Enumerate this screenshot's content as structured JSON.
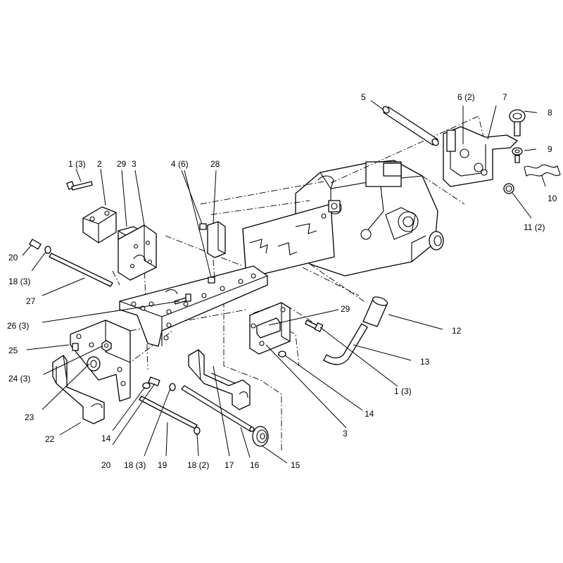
{
  "callouts": [
    {
      "id": "c-5",
      "text": "5"
    },
    {
      "id": "c-6",
      "text": "6 (2)"
    },
    {
      "id": "c-7",
      "text": "7"
    },
    {
      "id": "c-8",
      "text": "8"
    },
    {
      "id": "c-9",
      "text": "9"
    },
    {
      "id": "c-10",
      "text": "10"
    },
    {
      "id": "c-11",
      "text": "11 (2)"
    },
    {
      "id": "c-1a",
      "text": "1 (3)"
    },
    {
      "id": "c-2",
      "text": "2"
    },
    {
      "id": "c-29a",
      "text": "29"
    },
    {
      "id": "c-3a",
      "text": "3"
    },
    {
      "id": "c-4",
      "text": "4 (6)"
    },
    {
      "id": "c-28",
      "text": "28"
    },
    {
      "id": "c-20a",
      "text": "20"
    },
    {
      "id": "c-18a",
      "text": "18 (3)"
    },
    {
      "id": "c-27",
      "text": "27"
    },
    {
      "id": "c-26",
      "text": "26 (3)"
    },
    {
      "id": "c-25",
      "text": "25"
    },
    {
      "id": "c-24",
      "text": "24 (3)"
    },
    {
      "id": "c-23",
      "text": "23"
    },
    {
      "id": "c-22",
      "text": "22"
    },
    {
      "id": "c-14a",
      "text": "14"
    },
    {
      "id": "c-20b",
      "text": "20"
    },
    {
      "id": "c-18b",
      "text": "18 (3)"
    },
    {
      "id": "c-19",
      "text": "19"
    },
    {
      "id": "c-18c",
      "text": "18 (2)"
    },
    {
      "id": "c-17",
      "text": "17"
    },
    {
      "id": "c-16",
      "text": "16"
    },
    {
      "id": "c-15",
      "text": "15"
    },
    {
      "id": "c-29b",
      "text": "29"
    },
    {
      "id": "c-12",
      "text": "12"
    },
    {
      "id": "c-13",
      "text": "13"
    },
    {
      "id": "c-1b",
      "text": "1 (3)"
    },
    {
      "id": "c-14b",
      "text": "14"
    },
    {
      "id": "c-3b",
      "text": "3"
    }
  ]
}
